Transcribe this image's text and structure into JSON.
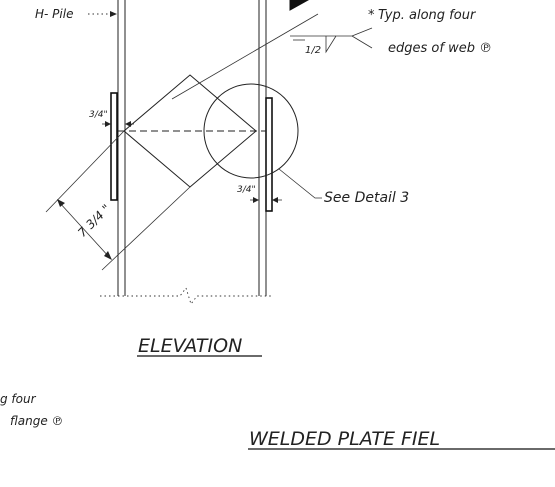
{
  "labels": {
    "h_pile": "H- Pile",
    "typ_line1": "Typ. along four",
    "typ_line2": "edges of web ℗",
    "see_detail": "See Detail 3",
    "dim_three_quarter_left": "3/4\"",
    "dim_three_quarter_right": "3/4\"",
    "dim_diagonal": "7 3/4 \"",
    "weld_size": "1/2",
    "elevation_title": "ELEVATION",
    "left_note_line1": "g four",
    "left_note_line2": "flange ℗",
    "section_title": "WELDED PLATE FIEL"
  }
}
